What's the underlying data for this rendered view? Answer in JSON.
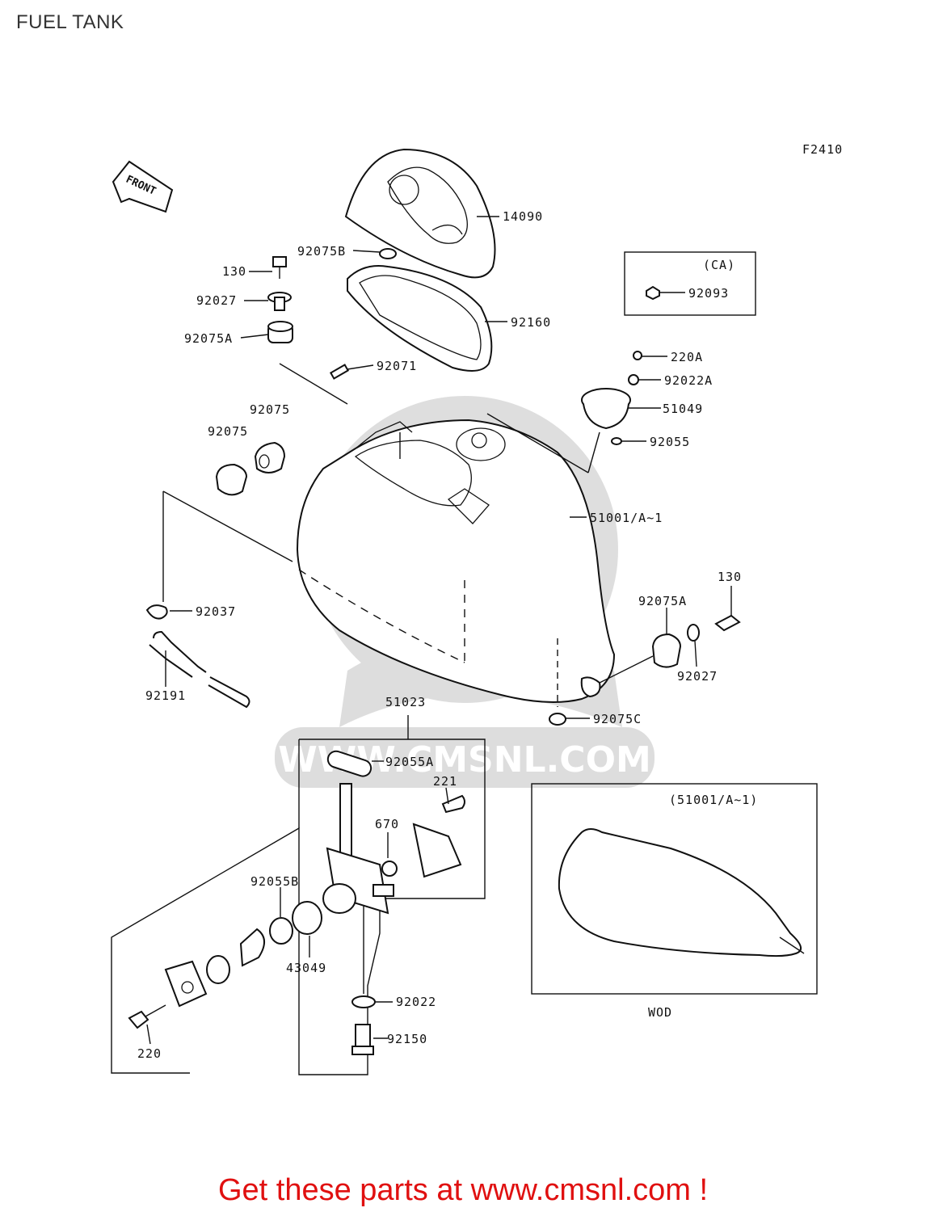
{
  "title": "FUEL TANK",
  "figure_code": "F2410",
  "front_label": "FRONT",
  "watermark": "WWW.CMSNL.COM",
  "inset_ca": {
    "title": "(CA)",
    "part": "92093"
  },
  "inset_wod": {
    "title": "(51001/A~1)",
    "caption": "WOD"
  },
  "parts": {
    "p14090": "14090",
    "p92075B": "92075B",
    "p130a": "130",
    "p92027a": "92027",
    "p92075Aa": "92075A",
    "p92160": "92160",
    "p92071": "92071",
    "p220A": "220A",
    "p92022A": "92022A",
    "p51049": "51049",
    "p92055": "92055",
    "p92075a": "92075",
    "p92075b": "92075",
    "p51001": "51001/A~1",
    "p130b": "130",
    "p92075Ab": "92075A",
    "p92037": "92037",
    "p92027b": "92027",
    "p92191": "92191",
    "p92075C": "92075C",
    "p51023": "51023",
    "p92055A": "92055A",
    "p221": "221",
    "p670": "670",
    "p92055B": "92055B",
    "p43049": "43049",
    "p92022": "92022",
    "p92150": "92150",
    "p220": "220"
  },
  "footer": "Get these parts at www.cmsnl.com !"
}
